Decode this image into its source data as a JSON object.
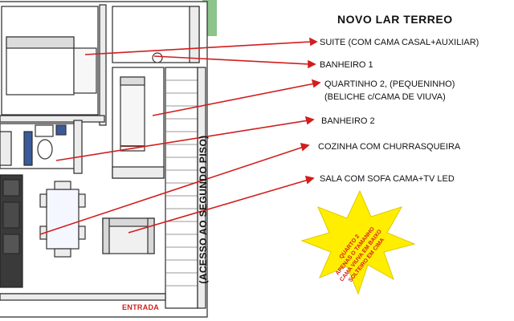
{
  "title": "NOVO LAR TERREO",
  "labels": {
    "suite": "SUITE (COM CAMA CASAL+AUXILIAR)",
    "banheiro1": "BANHEIRO 1",
    "quartinho_line1": "QUARTINHO 2, (PEQUENINHO)",
    "quartinho_line2": "(BELICHE c/CAMA DE VIUVA)",
    "banheiro2": "BANHEIRO 2",
    "cozinha": "COZINHA COM CHURRASQUEIRA",
    "sala": "SALA COM SOFA CAMA+TV LED"
  },
  "stairs_label": "(ACESSO AO SEGUNDO PISO)",
  "entrance_label": "ENTRADA",
  "starburst": {
    "line1": "QUARTO 2",
    "line2": "APENAS O TAMANHO",
    "line3": "CAMA VIUVA EM BAIXO",
    "line4": "SOLTEIRO EM CIMA"
  },
  "colors": {
    "arrow": "#d21e1e",
    "burst_fill": "#ffee00",
    "burst_text": "#d21e1e",
    "wall": "#f2f2f2",
    "floor": "#ffffff",
    "grass": "#7fbf7f"
  }
}
